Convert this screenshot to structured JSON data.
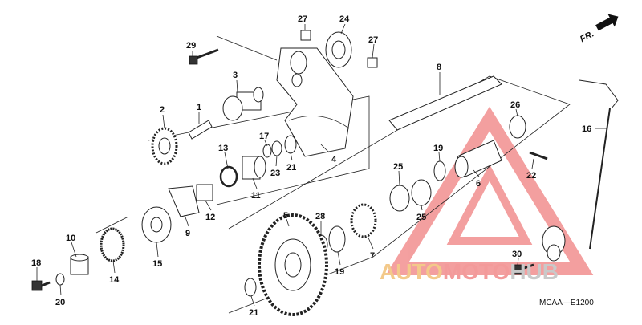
{
  "diagram": {
    "code": "MCAA—E1200",
    "direction_label": "FR.",
    "parts": [
      "1",
      "2",
      "3",
      "4",
      "5",
      "6",
      "7",
      "8",
      "9",
      "10",
      "11",
      "12",
      "13",
      "14",
      "15",
      "16",
      "17",
      "18",
      "19",
      "19",
      "20",
      "21",
      "21",
      "22",
      "23",
      "24",
      "25",
      "25",
      "26",
      "27",
      "27",
      "28",
      "29",
      "30"
    ]
  },
  "watermark": {
    "segments": [
      "AUTO",
      "MOTO",
      "HUB"
    ],
    "colors": {
      "auto": "#f3c98a",
      "moto": "#f39a9a",
      "hub": "#c9c9c9",
      "triangle": "#f08080"
    }
  }
}
